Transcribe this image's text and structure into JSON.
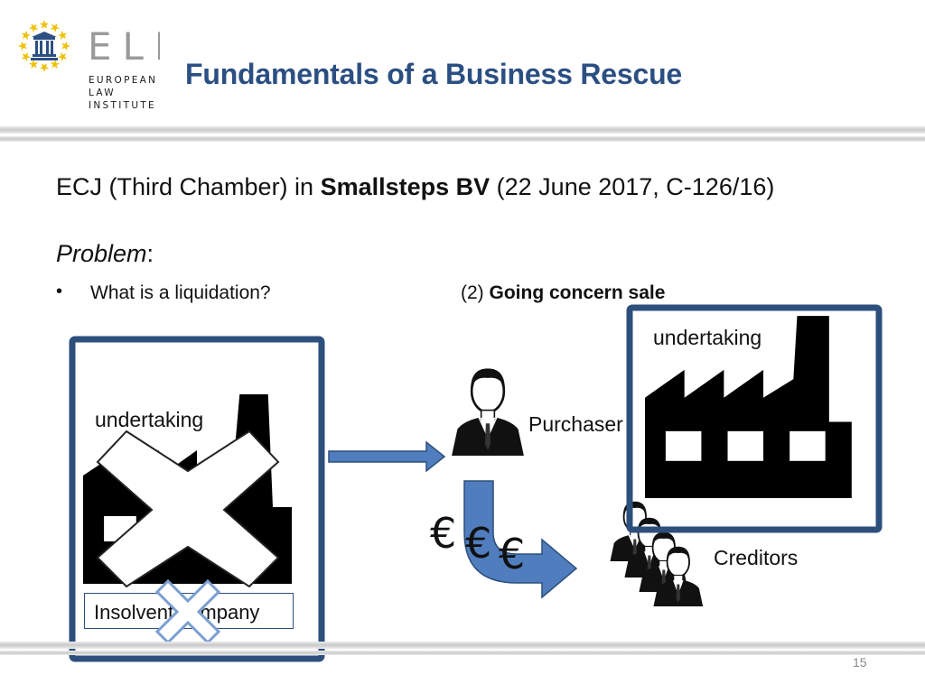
{
  "header": {
    "logo_text": "ELI",
    "logo_lines": [
      "EUROPEAN",
      "LAW",
      "INSTITUTE"
    ],
    "title": "Fundamentals of a Business Rescue"
  },
  "body": {
    "case_prefix": "ECJ (Third Chamber) in ",
    "case_name": "Smallsteps BV",
    "case_suffix": " (22 June 2017, C-126/16)",
    "problem_word": "Problem",
    "problem_colon": ":",
    "bullet_symbol": "•",
    "bullet_text": "What is a liquidation?",
    "case_number": "(2) ",
    "case_title": "Going concern sale"
  },
  "diagram": {
    "left_undertaking": "undertaking",
    "right_undertaking": "undertaking",
    "purchaser": "Purchaser",
    "creditors": "Creditors",
    "insolvent_company": "Insolvent company",
    "euro_symbol": "€"
  },
  "footer": {
    "page_number": "15"
  },
  "colors": {
    "title": "#2b4f82",
    "frame": "#2d4f7c",
    "arrow": "#4f7dbd",
    "star": "#f0c000"
  }
}
